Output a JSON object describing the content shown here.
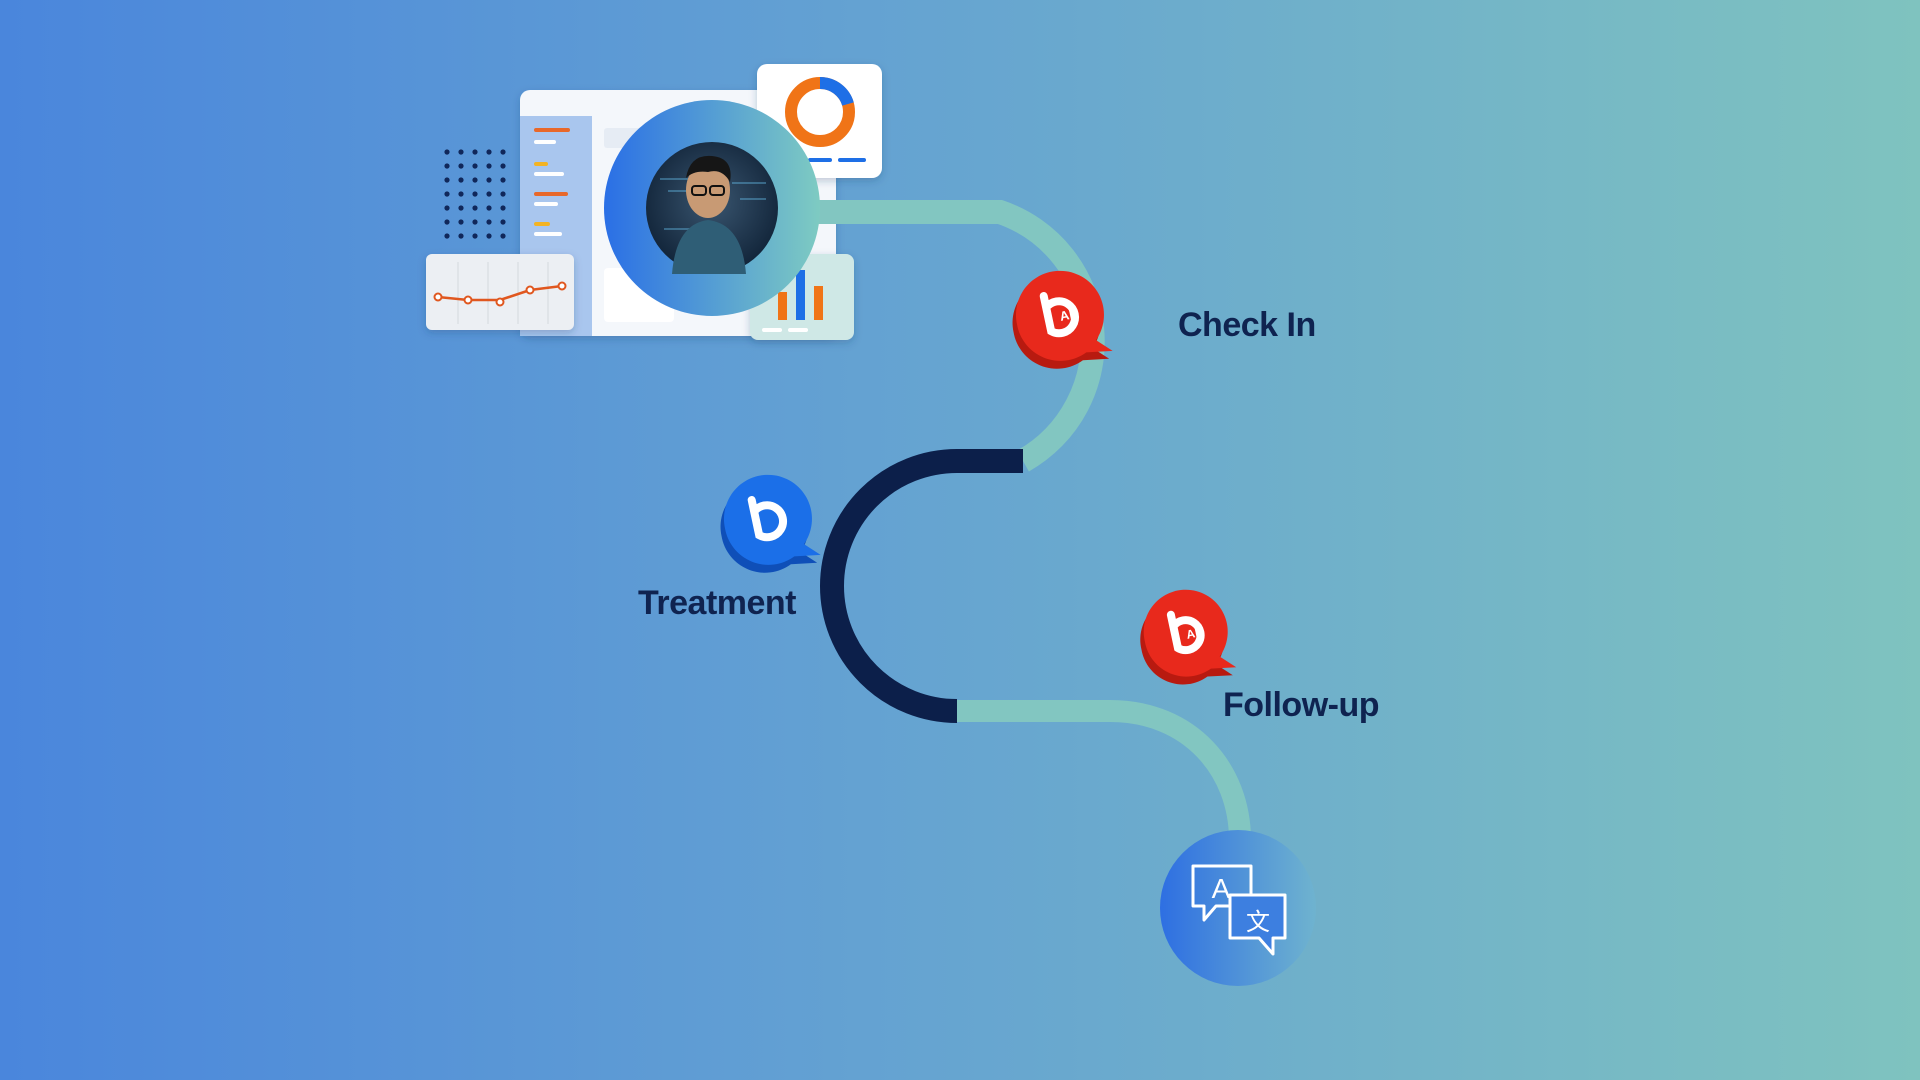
{
  "steps": {
    "check_in": "Check In",
    "treatment": "Treatment",
    "follow_up": "Follow-up"
  },
  "icons": {
    "check_in": "ai-chat-badge-icon",
    "treatment": "chat-badge-icon",
    "follow_up": "ai-chat-badge-icon",
    "end": "translate-icon",
    "start": "person-avatar"
  },
  "badge_text": {
    "ai": "AI",
    "translate_source": "A",
    "translate_target": "文"
  },
  "colors": {
    "path_light": "#82c6c1",
    "path_dark": "#0c1f4a",
    "badge_red": "#e8291c",
    "badge_blue": "#1b6fe8",
    "label": "#0f2350"
  }
}
